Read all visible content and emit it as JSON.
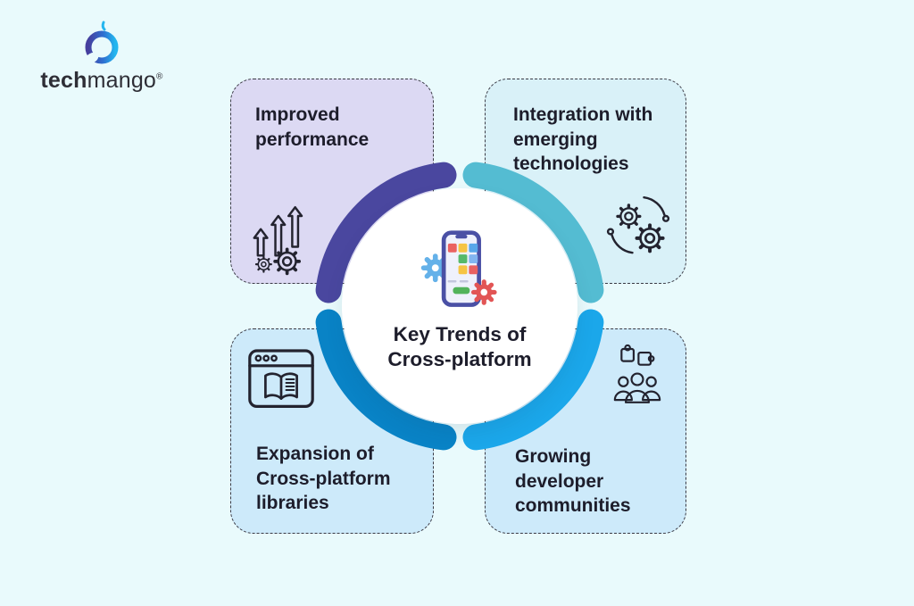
{
  "background_color": "#e9fafc",
  "logo": {
    "brand_bold": "tech",
    "brand_light": "mango",
    "registered_mark": "®",
    "icon": "mango-logo-icon",
    "gradient": [
      "#453f9e",
      "#2f6fd0",
      "#24b6ef"
    ]
  },
  "hub": {
    "title": "Key Trends of\nCross-platform",
    "icon": "smartphone-apps-gears-icon",
    "circle_color": "#ffffff"
  },
  "ring": {
    "arc_top_left_color": "#4a479f",
    "arc_top_right_color": "#54bcd2",
    "arc_bottom_left_color": "#0983c6",
    "arc_bottom_right_color": "#1ba7ea"
  },
  "cards": [
    {
      "id": "improved-performance",
      "label": "Improved\nperformance",
      "icon": "growth-arrows-gears-icon",
      "bg": "#dcd9f3"
    },
    {
      "id": "integration-with-emerging-technologies",
      "label": "Integration with\nemerging\ntechnologies",
      "icon": "connected-gears-icon",
      "bg": "#d9f1f8"
    },
    {
      "id": "expansion-of-cross-platform-libraries",
      "label": "Expansion of\nCross-platform\nlibraries",
      "icon": "browser-open-book-icon",
      "bg": "#cdeafa"
    },
    {
      "id": "growing-developer-communities",
      "label": "Growing\ndeveloper\ncommunities",
      "icon": "puzzle-people-icon",
      "bg": "#cdeafa"
    }
  ]
}
